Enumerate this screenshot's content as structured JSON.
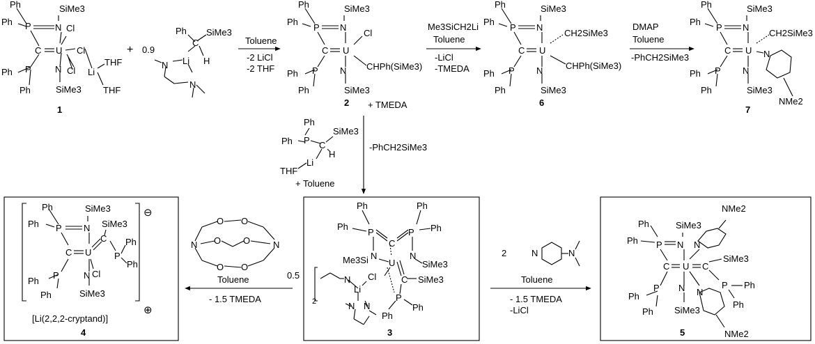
{
  "compounds": {
    "c1": {
      "number": "1",
      "atoms": {
        "ph_a": "Ph",
        "ph_b": "Ph",
        "p_top": "P",
        "n_top": "N",
        "sime3_top": "SiMe3",
        "cl_a": "Cl",
        "c_center": "C",
        "u": "U",
        "cl_b": "Cl",
        "thf_a": "THF",
        "ph_c": "Ph",
        "p_bot": "P",
        "n_bot": "N",
        "cl_c": "Cl",
        "li": "Li",
        "ph_d": "Ph",
        "sime3_bot": "SiMe3",
        "thf_b": "THF"
      }
    },
    "reagent": {
      "coefficient": "0.9",
      "atoms": {
        "ph": "Ph",
        "sime3": "SiMe3",
        "c": "C",
        "li": "Li",
        "h": "H",
        "n_a": "N",
        "n_b": "N"
      }
    },
    "c2": {
      "number": "2",
      "atoms": {
        "ph_a": "Ph",
        "ph_b": "Ph",
        "p_top": "P",
        "n_top": "N",
        "sime3_top": "SiMe3",
        "cl": "Cl",
        "c_center": "C",
        "u": "U",
        "chph": "CHPh(SiMe3)",
        "ph_c": "Ph",
        "p_bot": "P",
        "n_bot": "N",
        "ph_d": "Ph",
        "sime3_bot": "SiMe3"
      }
    },
    "c6": {
      "number": "6",
      "atoms": {
        "ph_a": "Ph",
        "ph_b": "Ph",
        "p_top": "P",
        "n_top": "N",
        "sime3_top": "SiMe3",
        "ch2": "CH2SiMe3",
        "c_center": "C",
        "u": "U",
        "chph": "CHPh(SiMe3)",
        "ph_c": "Ph",
        "p_bot": "P",
        "n_bot": "N",
        "ph_d": "Ph",
        "sime3_bot": "SiMe3"
      }
    },
    "c7": {
      "number": "7",
      "atoms": {
        "ph_a": "Ph",
        "ph_b": "Ph",
        "p_top": "P",
        "n_top": "N",
        "sime3_top": "SiMe3",
        "ch2": "CH2SiMe3",
        "c_center": "C",
        "u": "U",
        "n_py": "N",
        "ph_c": "Ph",
        "p_bot": "P",
        "n_bot": "N",
        "ph_d": "Ph",
        "sime3_bot": "SiMe3",
        "nme2": "NMe2"
      }
    },
    "phosphide": {
      "atoms": {
        "ph_a": "Ph",
        "ph_b": "Ph",
        "p": "P",
        "sime3": "SiMe3",
        "c": "C",
        "li": "Li",
        "h": "H",
        "thf": "THF"
      }
    },
    "c3": {
      "number": "3",
      "atoms": {
        "ph_a": "Ph",
        "ph_b": "Ph",
        "ph_c": "Ph",
        "ph_d": "Ph",
        "p_left": "P",
        "c_top": "C",
        "p_right": "P",
        "me3si": "Me3Si",
        "n_left": "N",
        "u": "U",
        "n_right": "N",
        "sime3_right": "SiMe3",
        "n_tmeda": "N",
        "li": "Li",
        "cl": "Cl",
        "c_low": "C",
        "sime3_low": "SiMe3",
        "two": "2",
        "n_ring_a": "N",
        "n_ring_b": "N",
        "p_low": "P",
        "ph_e": "Ph",
        "ph_f": "Ph"
      }
    },
    "cryptand": {
      "coefficient": "0.5",
      "atoms": {
        "o1": "O",
        "o2": "O",
        "o3": "O",
        "o4": "O",
        "o5": "O",
        "o6": "O",
        "n_left": "N",
        "n_right": "N"
      }
    },
    "c4": {
      "number": "4",
      "anion_charge": "⊖",
      "cation": "[Li(2,2,2-cryptand)]",
      "cation_charge": "⊕",
      "atoms": {
        "ph_a": "Ph",
        "ph_b": "Ph",
        "p_top": "P",
        "n_top": "N",
        "sime3_top": "SiMe3",
        "sime3_c": "SiMe3",
        "c_center": "C",
        "u": "U",
        "c_carbene": "C",
        "p_side": "P",
        "ph_e": "Ph",
        "ph_f": "Ph",
        "cl": "Cl",
        "ph_c": "Ph",
        "p_bot": "P",
        "n_bot": "N",
        "ph_d": "Ph",
        "sime3_bot": "SiMe3"
      }
    },
    "dmap": {
      "coefficient": "2",
      "atoms": {
        "n_ring": "N",
        "n_me": "N"
      }
    },
    "c5": {
      "number": "5",
      "atoms": {
        "nme2_top": "NMe2",
        "ph_a": "Ph",
        "ph_b": "Ph",
        "p_top": "P",
        "n_top": "N",
        "sime3_top": "SiMe3",
        "n_py_top": "N",
        "c_center": "C",
        "u": "U",
        "c_carbene": "C",
        "sime3_c": "SiMe3",
        "ph_c": "Ph",
        "p_bot": "P",
        "n_bot": "N",
        "n_py_bot": "N",
        "p_side": "P",
        "ph_e": "Ph",
        "ph_f": "Ph",
        "ph_d": "Ph",
        "sime3_bot": "SiMe3",
        "nme2_bot": "NMe2"
      }
    }
  },
  "plus_signs": {
    "p1": "+",
    "tmeda": "+ TMEDA",
    "toluene": "+ Toluene"
  },
  "conditions": {
    "r1": {
      "above": "Toluene",
      "below1": "-2 LiCl",
      "below2": "-2 THF"
    },
    "r2": {
      "above1": "Me3SiCH2Li",
      "above2": "Toluene",
      "below1": "-LiCl",
      "below2": "-TMEDA"
    },
    "r3": {
      "above1": "DMAP",
      "above2": "Toluene",
      "below": "-PhCH2SiMe3"
    },
    "r_down": {
      "side": "-PhCH2SiMe3"
    },
    "r_left": {
      "above": "Toluene",
      "below": "- 1.5 TMEDA"
    },
    "r_right": {
      "above": "Toluene",
      "below1": "- 1.5 TMEDA",
      "below2": "-LiCl"
    }
  }
}
